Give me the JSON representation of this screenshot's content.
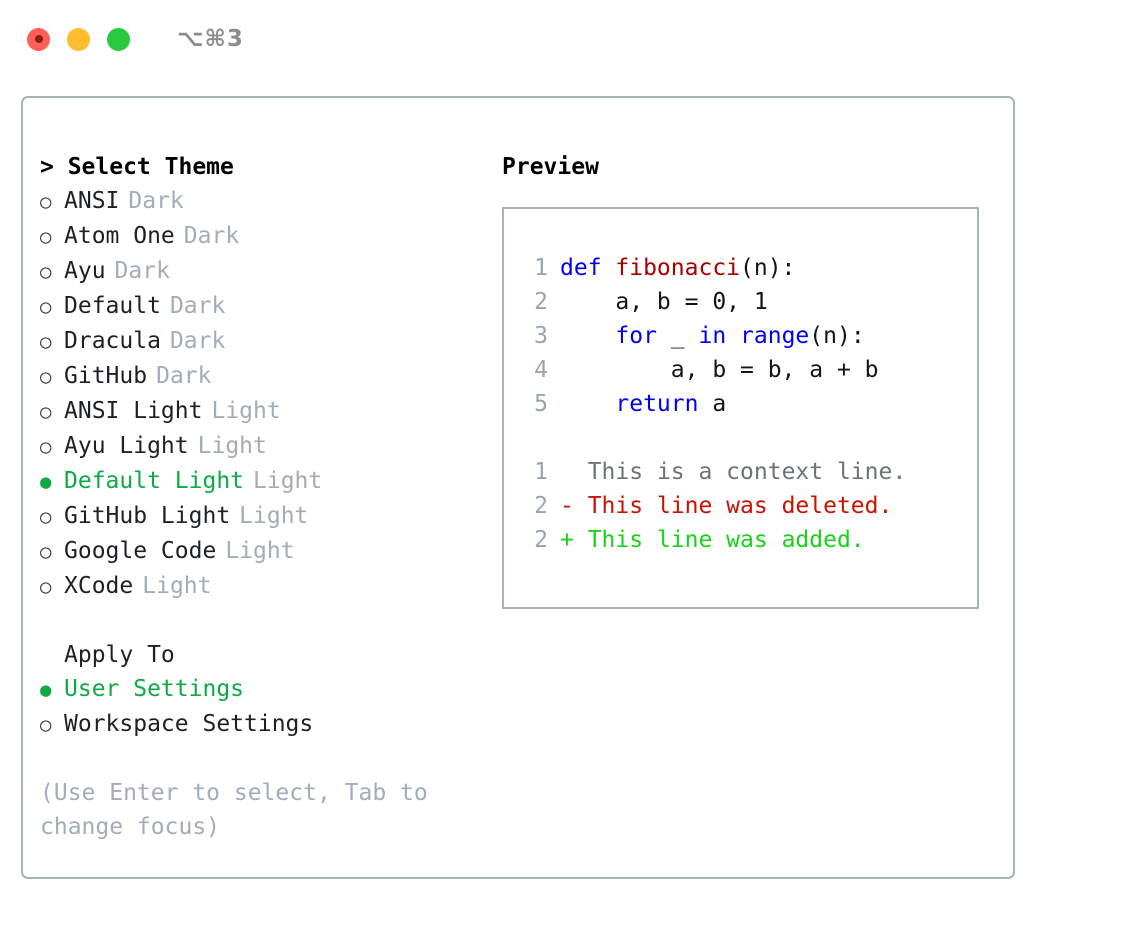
{
  "titlebar": {
    "shortcut": "⌥⌘3",
    "buttons": [
      {
        "name": "close",
        "color": "#ff5f56"
      },
      {
        "name": "minimize",
        "color": "#ffbd2e"
      },
      {
        "name": "zoom",
        "color": "#27c93f"
      }
    ]
  },
  "theme_picker": {
    "heading": "> Select Theme",
    "markers": {
      "selected": "●",
      "unselected": "○"
    },
    "selected_color": "#0eaa43",
    "items": [
      {
        "name": "ANSI",
        "category": "Dark",
        "selected": false
      },
      {
        "name": "Atom One",
        "category": "Dark",
        "selected": false
      },
      {
        "name": "Ayu",
        "category": "Dark",
        "selected": false
      },
      {
        "name": "Default",
        "category": "Dark",
        "selected": false
      },
      {
        "name": "Dracula",
        "category": "Dark",
        "selected": false
      },
      {
        "name": "GitHub",
        "category": "Dark",
        "selected": false
      },
      {
        "name": "ANSI Light",
        "category": "Light",
        "selected": false
      },
      {
        "name": "Ayu Light",
        "category": "Light",
        "selected": false
      },
      {
        "name": "Default Light",
        "category": "Light",
        "selected": true
      },
      {
        "name": "GitHub Light",
        "category": "Light",
        "selected": false
      },
      {
        "name": "Google Code",
        "category": "Light",
        "selected": false
      },
      {
        "name": "XCode",
        "category": "Light",
        "selected": false
      }
    ]
  },
  "apply_to": {
    "heading": "Apply To",
    "options": [
      {
        "label": "User Settings",
        "selected": true
      },
      {
        "label": "Workspace Settings",
        "selected": false
      }
    ]
  },
  "hint": "(Use Enter to select, Tab to change focus)",
  "preview": {
    "title": "Preview",
    "code_lines": [
      {
        "number": "1",
        "tokens": [
          {
            "text": "def ",
            "style": "kw"
          },
          {
            "text": "fibonacci",
            "style": "fn"
          },
          {
            "text": "(n):",
            "style": "plain"
          }
        ]
      },
      {
        "number": "2",
        "tokens": [
          {
            "text": "    a, b = 0, 1",
            "style": "plain"
          }
        ]
      },
      {
        "number": "3",
        "tokens": [
          {
            "text": "    ",
            "style": "plain"
          },
          {
            "text": "for",
            "style": "kw"
          },
          {
            "text": " _ ",
            "style": "plain"
          },
          {
            "text": "in ",
            "style": "kw"
          },
          {
            "text": "range",
            "style": "kw"
          },
          {
            "text": "(n):",
            "style": "plain"
          }
        ]
      },
      {
        "number": "4",
        "tokens": [
          {
            "text": "        a, b = b, a + b",
            "style": "plain"
          }
        ]
      },
      {
        "number": "5",
        "tokens": [
          {
            "text": "    ",
            "style": "plain"
          },
          {
            "text": "return",
            "style": "kw"
          },
          {
            "text": " a",
            "style": "plain"
          }
        ]
      }
    ],
    "diff_lines": [
      {
        "number": "1",
        "sign": " ",
        "text": " This is a context line.",
        "style": "ctx"
      },
      {
        "number": "2",
        "sign": "-",
        "text": " This line was deleted.",
        "style": "del"
      },
      {
        "number": "2",
        "sign": "+",
        "text": " This line was added.",
        "style": "add"
      }
    ],
    "colors": {
      "keyword": "#0000ee",
      "function": "#aa0000",
      "plain": "#111418",
      "lineno": "#9aa4b0",
      "context": "#6d737a",
      "deleted": "#cc1100",
      "added": "#1ad11a"
    }
  }
}
